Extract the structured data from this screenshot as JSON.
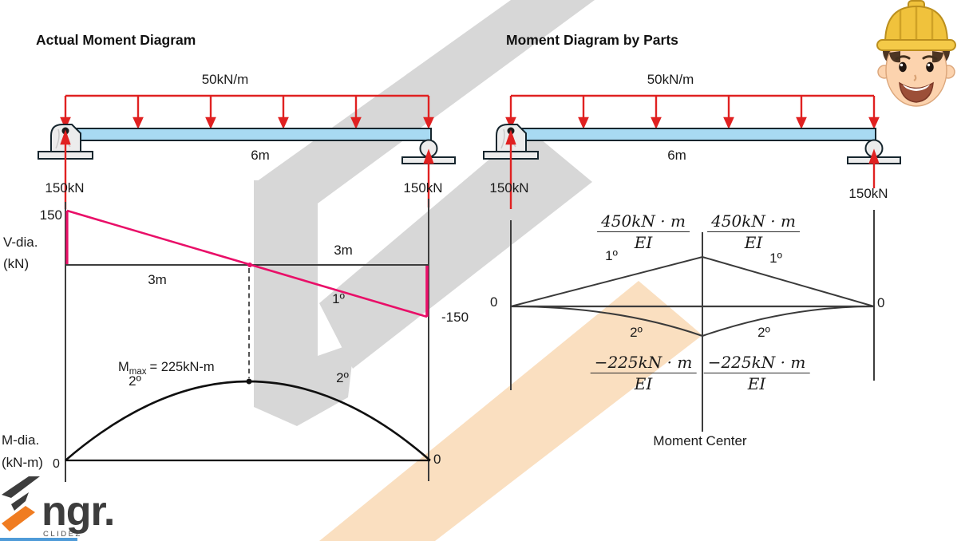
{
  "left": {
    "title": "Actual Moment Diagram",
    "beam": {
      "load_label": "50kN/m",
      "span_label": "6m",
      "reaction_left": "150kN",
      "reaction_right": "150kN"
    },
    "v_diagram": {
      "axis_name": "V-dia.",
      "axis_unit": "(kN)",
      "value_max": "150",
      "value_min": "-150",
      "dim_left": "3m",
      "dim_right": "3m",
      "degree": "1º"
    },
    "m_diagram": {
      "axis_name": "M-dia.",
      "axis_unit": "(kN-m)",
      "zero_left": "0",
      "zero_right": "0",
      "mmax_symbol": "M",
      "mmax_sub": "max",
      "mmax_value": "= 225kN-m",
      "degree_left": "2º",
      "degree_right": "2º"
    }
  },
  "right": {
    "title": "Moment Diagram by Parts",
    "beam": {
      "load_label": "50kN/m",
      "span_label": "6m",
      "reaction_left": "150kN",
      "reaction_right": "150kN"
    },
    "parts_diagram": {
      "zero_left": "0",
      "zero_right": "0",
      "frac_top_left": {
        "num": "450kN · m",
        "den": "EI"
      },
      "frac_top_right": {
        "num": "450kN · m",
        "den": "EI"
      },
      "frac_bottom_left": {
        "num": "−225kN · m",
        "den": "EI"
      },
      "frac_bottom_right": {
        "num": "−225kN · m",
        "den": "EI"
      },
      "degree1_left": "1º",
      "degree1_right": "1º",
      "degree2_left": "2º",
      "degree2_right": "2º",
      "moment_center": "Moment Center"
    }
  },
  "branding": {
    "logo_text": "ngr.",
    "logo_sub": "CLIDEZ"
  },
  "colors": {
    "load_red": "#e02121",
    "shear_pink": "#e90f68",
    "beam_fill": "#a8daf2",
    "watermark_gray": "#d7d7d7",
    "watermark_peach": "#fadfc0",
    "logo_orange": "#f07c21",
    "progress_blue": "#4f9bd8"
  },
  "chart_data": [
    {
      "type": "line",
      "title": "V-dia. (kN)",
      "x_m": [
        0,
        3,
        6
      ],
      "values_kN": [
        150,
        0,
        -150
      ],
      "degree": "1º",
      "ylim": [
        -150,
        150
      ],
      "dims": [
        "3m",
        "3m"
      ]
    },
    {
      "type": "line",
      "title": "M-dia. (kN-m)",
      "x_m": [
        0,
        3,
        6
      ],
      "values_kNm": [
        0,
        225,
        0
      ],
      "degree": "2º",
      "peak_label": "Mmax = 225kN-m"
    },
    {
      "type": "line",
      "title": "Moment diagram by parts about midspan",
      "x_m": [
        0,
        3,
        6
      ],
      "series": [
        {
          "name": "1º part",
          "values": [
            0,
            "450kN·m/EI",
            0
          ]
        },
        {
          "name": "2º part",
          "values": [
            0,
            "−225kN·m/EI",
            0
          ]
        }
      ],
      "annotation": "Moment Center"
    }
  ]
}
